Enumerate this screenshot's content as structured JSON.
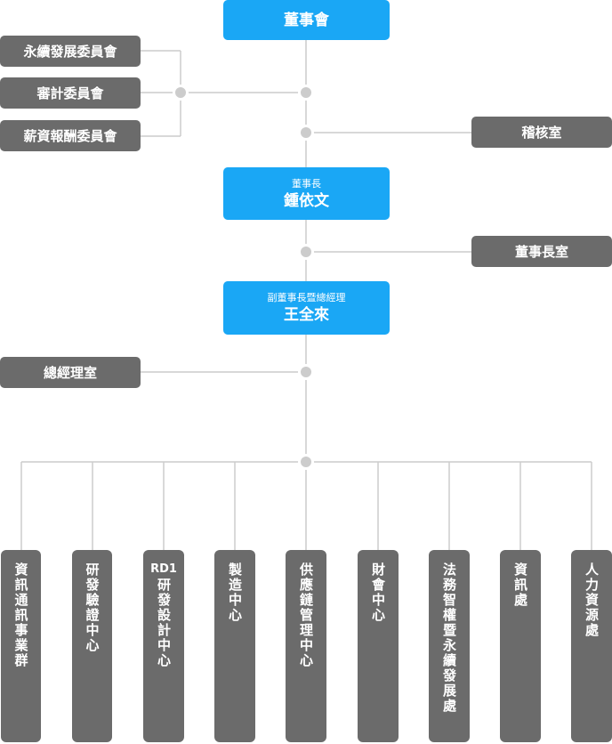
{
  "board": {
    "title": "董事會"
  },
  "committees": [
    {
      "label": "永續發展委員會"
    },
    {
      "label": "審計委員會"
    },
    {
      "label": "薪資報酬委員會"
    }
  ],
  "audit_office": {
    "label": "稽核室"
  },
  "chairman": {
    "title": "董事長",
    "name": "鍾依文"
  },
  "chairman_office": {
    "label": "董事長室"
  },
  "vice_chairman": {
    "title": "副董事長暨總經理",
    "name": "王全來"
  },
  "gm_office": {
    "label": "總經理室"
  },
  "departments": [
    {
      "label": "資訊通訊事業群"
    },
    {
      "label": "研發驗證中心"
    },
    {
      "prefix": "RD1",
      "label": "研發設計中心"
    },
    {
      "label": "製造中心"
    },
    {
      "label": "供應鏈管理中心"
    },
    {
      "label": "財會中心"
    },
    {
      "label": "法務智權暨永續發展處"
    },
    {
      "label": "資訊處"
    },
    {
      "label": "人力資源處"
    }
  ],
  "colors": {
    "primary": "#1aa7f5",
    "unit": "#6b6b6b",
    "line": "#cccccc",
    "node": "#cccccc"
  }
}
